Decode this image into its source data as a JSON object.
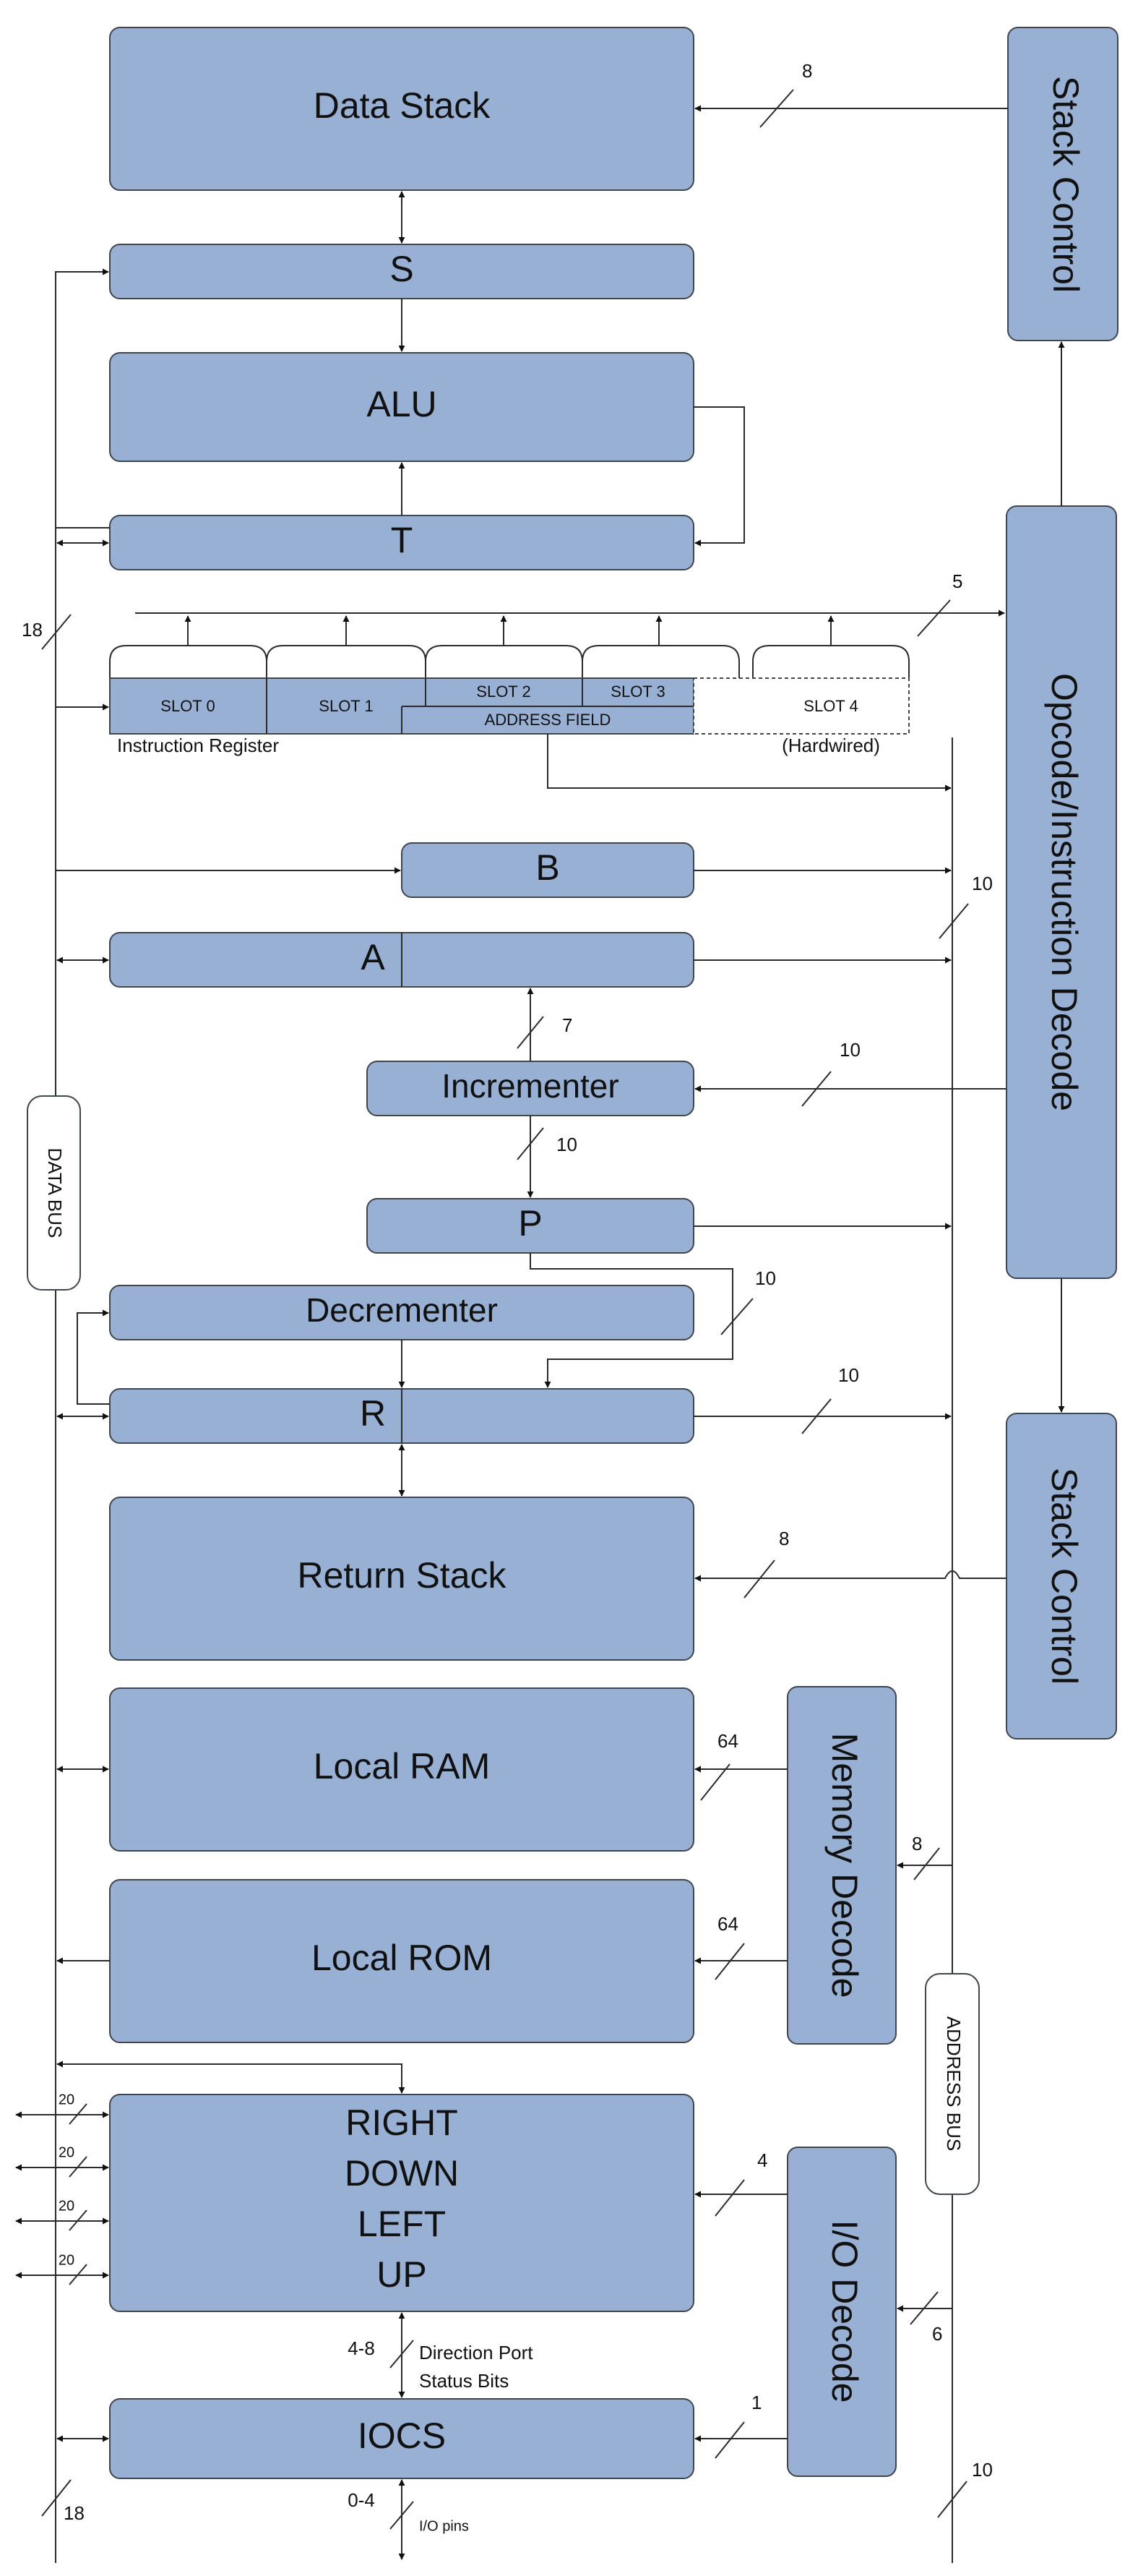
{
  "blocks": {
    "data_stack": "Data Stack",
    "s": "S",
    "alu": "ALU",
    "t": "T",
    "b": "B",
    "a": "A",
    "incrementer": "Incrementer",
    "p": "P",
    "decrementer": "Decrementer",
    "r": "R",
    "return_stack": "Return Stack",
    "local_ram": "Local RAM",
    "local_rom": "Local ROM",
    "ports": [
      "RIGHT",
      "DOWN",
      "LEFT",
      "UP"
    ],
    "iocs": "IOCS",
    "stack_control_top": "Stack Control",
    "opcode_decode": "Opcode/Instruction Decode",
    "stack_control_bottom": "Stack Control",
    "memory_decode": "Memory Decode",
    "io_decode": "I/O Decode"
  },
  "instruction_register": {
    "slots": [
      "SLOT 0",
      "SLOT 1",
      "SLOT 2",
      "SLOT 3",
      "SLOT 4"
    ],
    "address_field": "ADDRESS FIELD",
    "label": "Instruction Register",
    "hardwired": "(Hardwired)"
  },
  "buses": {
    "data_bus": "DATA BUS",
    "address_bus": "ADDRESS BUS"
  },
  "widths": {
    "stack_ctrl_top": "8",
    "opcode": "5",
    "data_bus_top": "18",
    "addr_10a": "10",
    "inc_a": "7",
    "inc_in": "10",
    "inc_p": "10",
    "p_r": "10",
    "r_out": "10",
    "ret_stack": "8",
    "ram": "64",
    "rom": "64",
    "mem_decode": "8",
    "port1": "20",
    "port2": "20",
    "port3": "20",
    "port4": "20",
    "ports_in": "4",
    "io_decode": "6",
    "iocs_in": "1",
    "data_bus_bottom": "18",
    "addr_bottom": "10",
    "dir_bits": "4-8",
    "io_pins": "0-4"
  },
  "notes": {
    "direction_port": "Direction Port",
    "status_bits": "Status Bits",
    "io_pins": "I/O pins"
  }
}
